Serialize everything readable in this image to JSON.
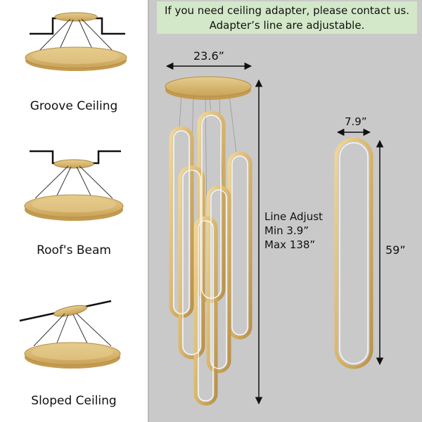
{
  "banner": {
    "line1": "If you need ceiling adapter, please contact us.",
    "line2": "Adapter’s line are adjustable."
  },
  "mounting_options": [
    {
      "label": "Groove Ceiling"
    },
    {
      "label": "Roof's Beam"
    },
    {
      "label": "Sloped Ceiling"
    }
  ],
  "dimensions": {
    "canopy_width": "23.6”",
    "line_adjust_title": "Line Adjust",
    "line_adjust_min": "Min 3.9”",
    "line_adjust_max": "Max 138”",
    "ring_width": "7.9”",
    "ring_height": "59”"
  },
  "colors": {
    "gold": "#d9b56a",
    "background": "#c9c9c9",
    "banner": "#d3e8c9"
  }
}
